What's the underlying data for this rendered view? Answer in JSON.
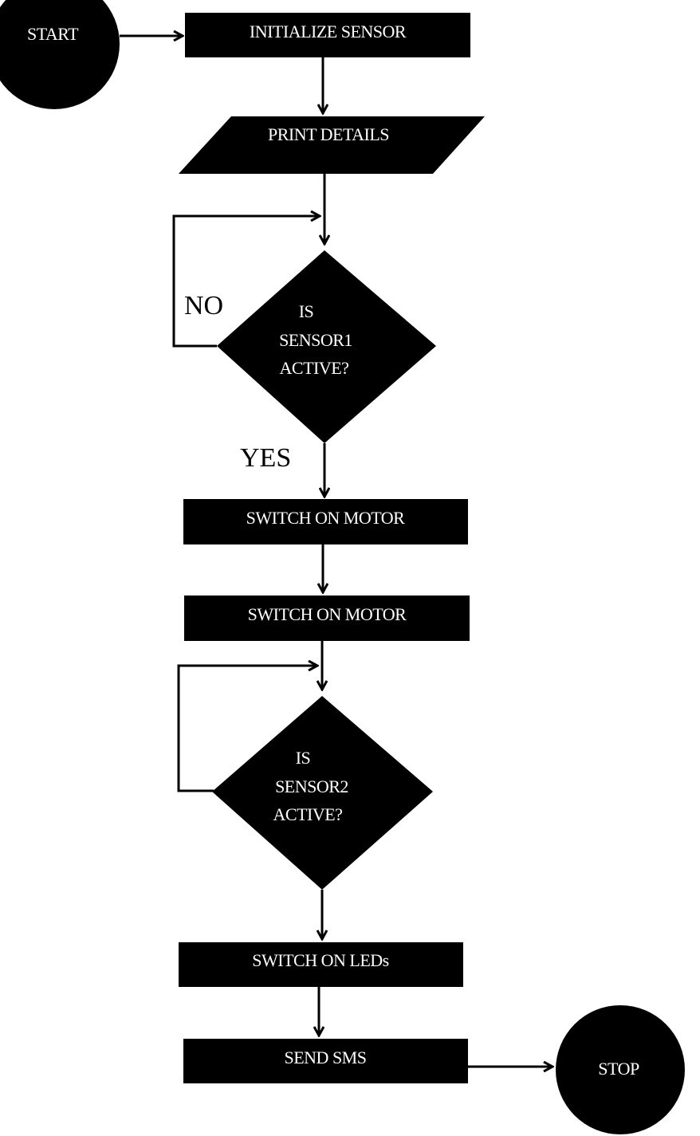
{
  "nodes": {
    "start": "START",
    "initialize": "INITIALIZE  SENSOR",
    "print": "PRINT DETAILS",
    "decision1": [
      "IS",
      "SENSOR1",
      "ACTIVE?"
    ],
    "motor1": "SWITCH ON MOTOR",
    "motor2": "SWITCH ON MOTOR",
    "decision2": [
      "IS",
      "SENSOR2",
      "ACTIVE?"
    ],
    "leds": "SWITCH ON LEDs",
    "sms": "SEND SMS",
    "stop": "STOP"
  },
  "edge_labels": {
    "no": "NO",
    "yes": "YES"
  }
}
